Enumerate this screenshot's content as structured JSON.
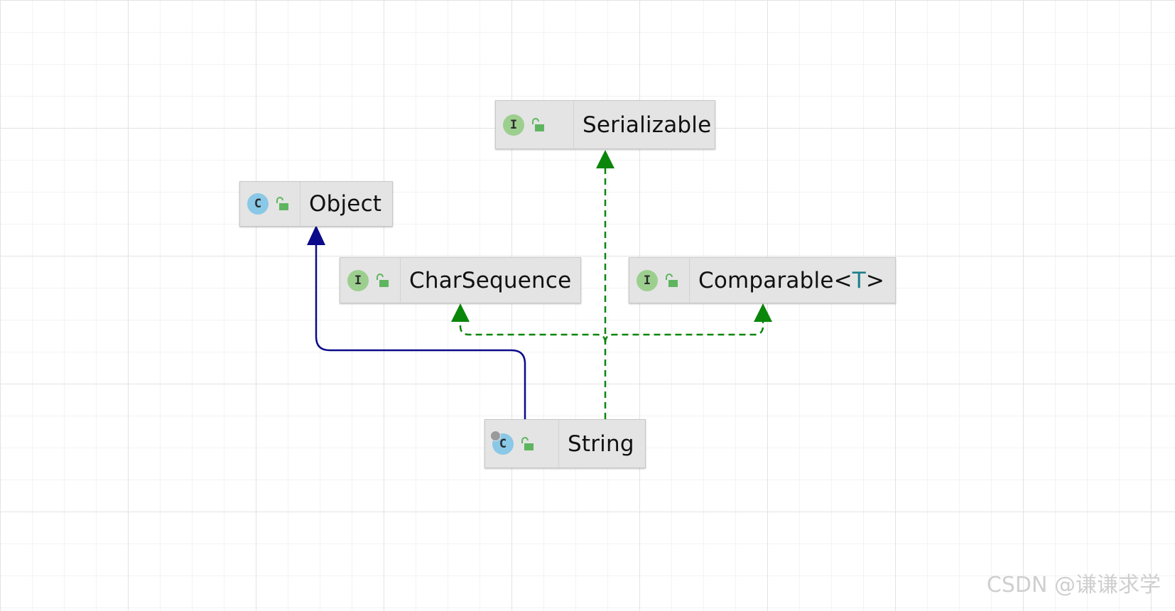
{
  "diagram": {
    "nodes": {
      "serializable": {
        "name": "Serializable",
        "kind": "interface",
        "kind_letter": "I",
        "visibility_icon": "unlocked-icon"
      },
      "object": {
        "name": "Object",
        "kind": "class",
        "kind_letter": "C",
        "visibility_icon": "unlocked-icon"
      },
      "charsequence": {
        "name": "CharSequence",
        "kind": "interface",
        "kind_letter": "I",
        "visibility_icon": "unlocked-icon"
      },
      "comparable": {
        "name": "Comparable<",
        "type_param": "T",
        "suffix": ">",
        "kind": "interface",
        "kind_letter": "I",
        "visibility_icon": "unlocked-icon"
      },
      "string": {
        "name": "String",
        "kind": "final class",
        "kind_letter": "C",
        "visibility_icon": "unlocked-icon"
      }
    },
    "edges": [
      {
        "from": "string",
        "to": "object",
        "type": "extends",
        "style": "solid",
        "color": "#0a0a8a"
      },
      {
        "from": "string",
        "to": "serializable",
        "type": "implements",
        "style": "dashed",
        "color": "#0a860a"
      },
      {
        "from": "string",
        "to": "charsequence",
        "type": "implements",
        "style": "dashed",
        "color": "#0a860a"
      },
      {
        "from": "string",
        "to": "comparable",
        "type": "implements",
        "style": "dashed",
        "color": "#0a860a"
      }
    ],
    "colors": {
      "class_icon": "#89c8e6",
      "interface_icon": "#9ccf8e",
      "node_bg": "#e4e4e4",
      "type_param": "#1b7f8c",
      "lock": "#5fb55f"
    }
  },
  "watermark": "CSDN @谦谦求学"
}
